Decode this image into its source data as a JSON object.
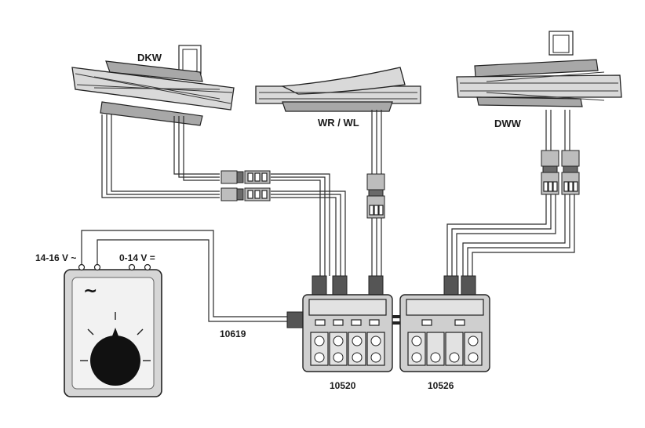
{
  "labels": {
    "dkw": "DKW",
    "wr_wl": "WR / WL",
    "dww": "DWW",
    "transformer_ac": "14-16 V ~",
    "transformer_dc": "0-14 V =",
    "transformer_symbol": "~",
    "cable": "10619",
    "decoder_1": "10520",
    "decoder_2": "10526"
  }
}
